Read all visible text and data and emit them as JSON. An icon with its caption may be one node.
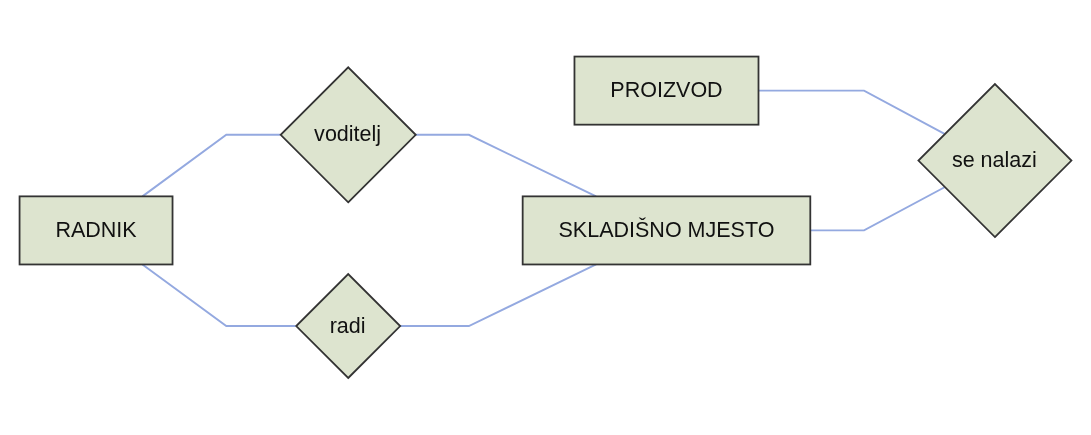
{
  "diagram": {
    "nodes": [
      {
        "text": [
          "RADNIK"
        ]
      },
      {
        "text": [
          "voditelj"
        ]
      },
      {
        "text": [
          "PROIZVOD"
        ]
      },
      {
        "text": [
          "radi"
        ]
      },
      {
        "text": [
          "SKLADIŠNO MJESTO"
        ]
      },
      {
        "text": [
          "se nalazi"
        ]
      }
    ],
    "edges": [
      {
        "from": 0,
        "to": 1,
        "arrow": "none"
      },
      {
        "from": 0,
        "to": 3,
        "arrow": "none"
      },
      {
        "from": 1,
        "to": 4,
        "arrow": "none"
      },
      {
        "from": 2,
        "to": 5,
        "arrow": "none"
      },
      {
        "from": 3,
        "to": 4,
        "arrow": "none"
      },
      {
        "from": 4,
        "to": 5,
        "arrow": "none"
      }
    ]
  }
}
